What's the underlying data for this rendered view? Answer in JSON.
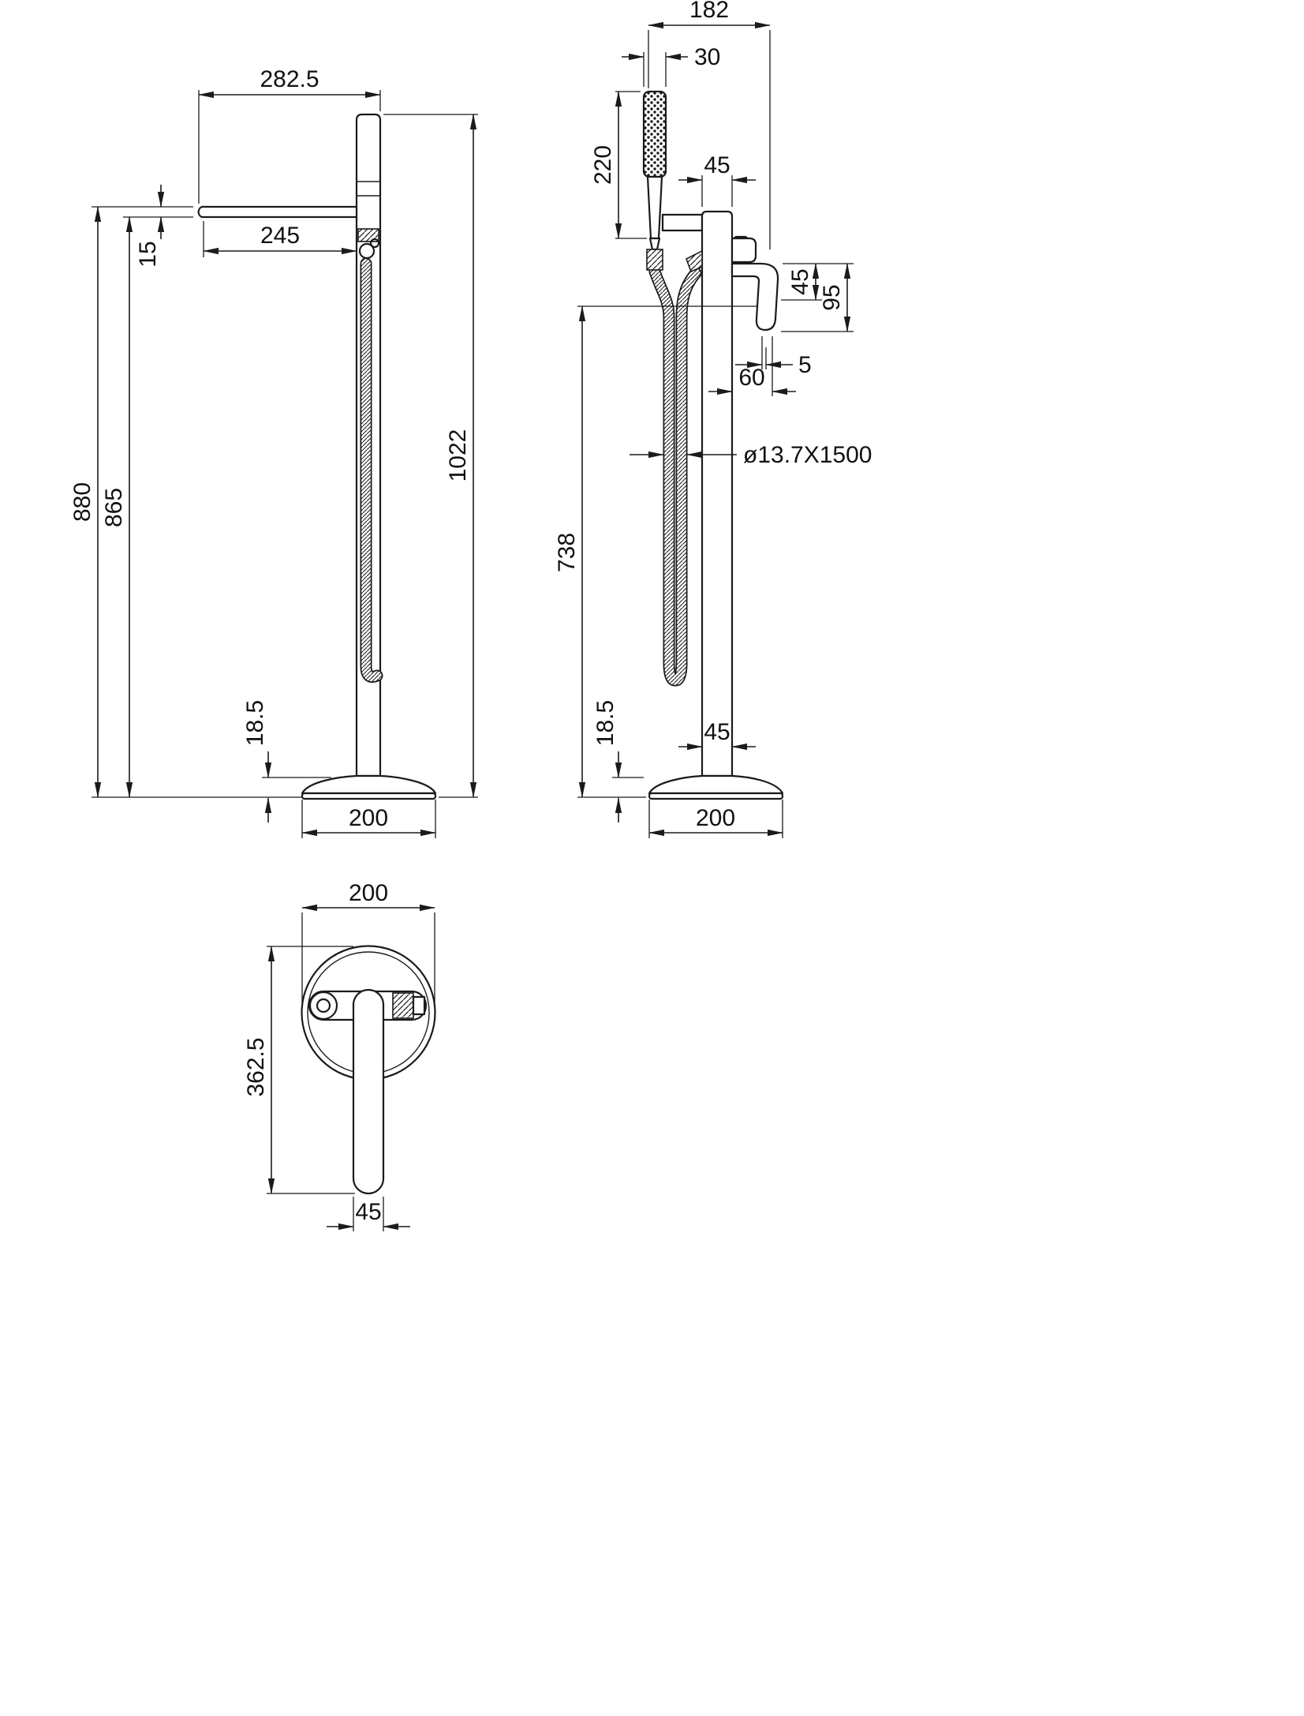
{
  "drawing": {
    "front": {
      "top_width": "282.5",
      "spout_length": "245",
      "spout_thickness": "15",
      "height_to_spout_top": "880",
      "height_to_spout_bottom": "865",
      "overall_height": "1022",
      "base_thickness": "18.5",
      "base_diameter": "200"
    },
    "side": {
      "overall_width": "182",
      "handset_width": "30",
      "handset_length": "220",
      "column_width_top": "45",
      "lever_offset": "45",
      "lever_height": "95",
      "lever_clearance": "5",
      "body_depth": "60",
      "hose_spec": "ø13.7X1500",
      "outlet_height": "738",
      "base_thickness": "18.5",
      "column_width_bottom": "45",
      "base_diameter": "200"
    },
    "plan": {
      "base_diameter": "200",
      "handle_reach": "362.5",
      "handle_width": "45"
    }
  }
}
